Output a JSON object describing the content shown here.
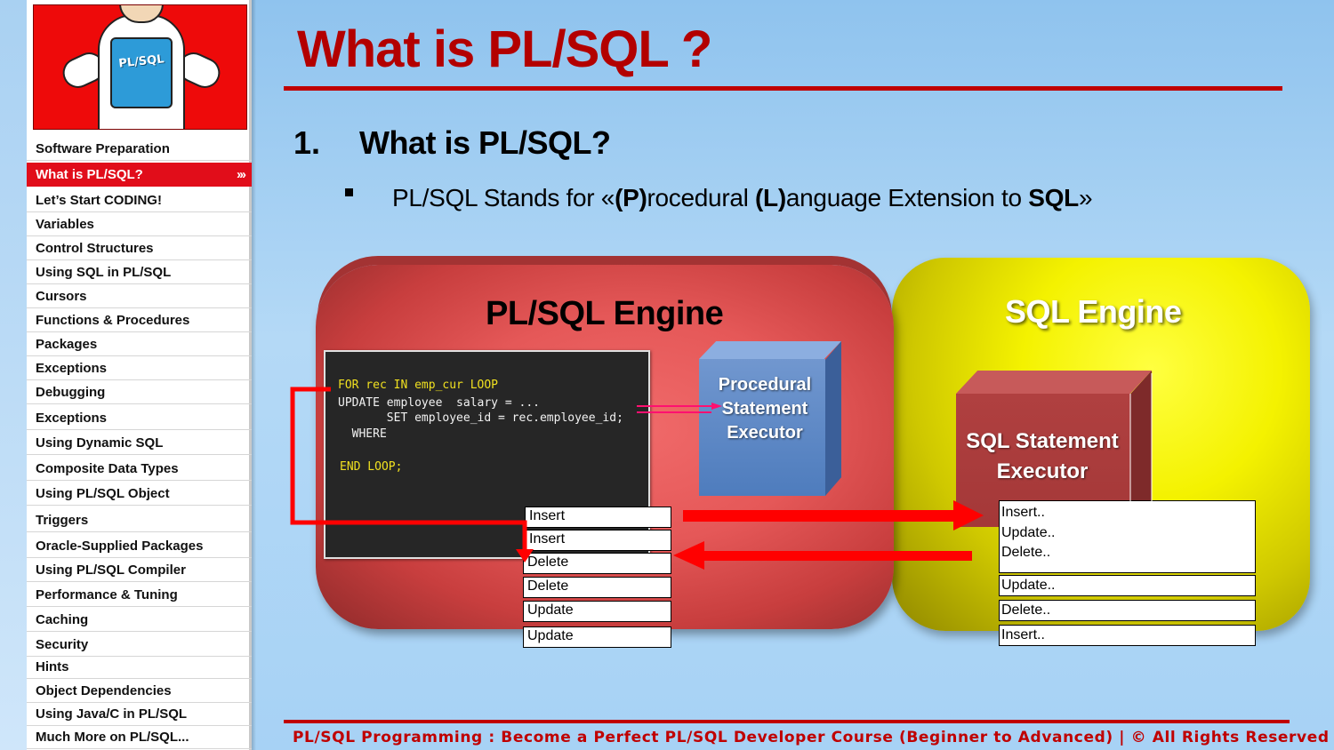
{
  "sidebar": {
    "logo_text": "PL/SQL",
    "items": [
      {
        "label": "Software Preparation"
      },
      {
        "label": "What is PL/SQL?",
        "active": true,
        "marker": "›››"
      },
      {
        "label": "Let’s Start CODING!"
      },
      {
        "label": "Variables"
      },
      {
        "label": "Control Structures"
      },
      {
        "label": "Using SQL in PL/SQL"
      },
      {
        "label": "Cursors"
      },
      {
        "label": "Functions & Procedures"
      },
      {
        "label": "Packages"
      },
      {
        "label": "Exceptions"
      },
      {
        "label": "Debugging"
      },
      {
        "label": "Exceptions"
      },
      {
        "label": "Using Dynamic SQL"
      },
      {
        "label": "Composite Data Types"
      },
      {
        "label": "Using PL/SQL Object"
      },
      {
        "label": "Triggers"
      },
      {
        "label": "Oracle-Supplied Packages"
      },
      {
        "label": "Using PL/SQL Compiler"
      },
      {
        "label": "Performance & Tuning"
      },
      {
        "label": "Caching"
      },
      {
        "label": "Security"
      },
      {
        "label": "Hints"
      },
      {
        "label": "Object Dependencies"
      },
      {
        "label": "Using Java/C in PL/SQL"
      },
      {
        "label": "Much More on PL/SQL..."
      }
    ]
  },
  "slide": {
    "title": "What is PL/SQL ?",
    "heading_number": "1.",
    "heading": "What is PL/SQL?",
    "bullet": {
      "prefix": "PL/SQL Stands for «",
      "p_bold": "(P)",
      "p_rest": "rocedural ",
      "l_bold": "(L)",
      "l_rest": "anguage Extension to ",
      "sql_bold": "SQL",
      "suffix": "»"
    }
  },
  "diagram": {
    "plsql_engine_title": "PL/SQL Engine",
    "sql_engine_title": "SQL Engine",
    "code": {
      "line1": "FOR rec IN emp_cur LOOP",
      "line2": "UPDATE employee  salary = ...",
      "line3": "       SET employee_id = rec.employee_id;",
      "line4": "  WHERE",
      "line5": "END LOOP;"
    },
    "procedural_executor": [
      "Procedural",
      "Statement",
      "Executor"
    ],
    "sql_executor": [
      "SQL Statement",
      "Executor"
    ],
    "plsql_statements": [
      "Insert",
      "Insert",
      "Delete",
      "Delete",
      "Update",
      "Update"
    ],
    "sql_engine_list": [
      "Insert..",
      "Update..",
      "Delete.."
    ],
    "sql_statements": [
      "Update..",
      "Delete..",
      "Insert.."
    ],
    "colors": {
      "accent_red": "#c00000",
      "plsql_engine": "#e55858",
      "sql_engine": "#f4f200",
      "procedural_executor": "#5a86c4",
      "sql_executor": "#a43838",
      "arrow": "#ff0000",
      "connector": "#ff1070"
    }
  },
  "footer": {
    "text": "PL/SQL Programming : Become a Perfect PL/SQL Developer Course (Beginner to Advanced)  |  © All Rights Reserved"
  }
}
